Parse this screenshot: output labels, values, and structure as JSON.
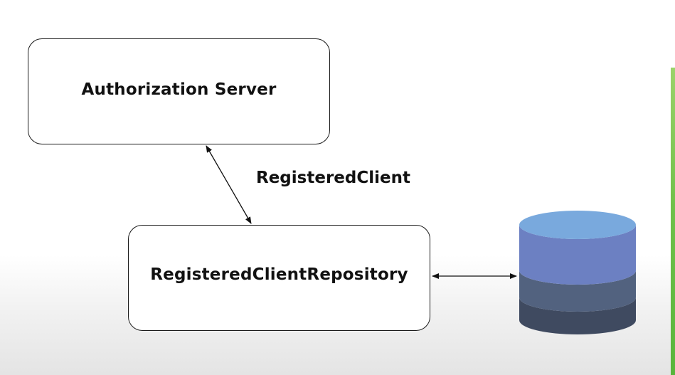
{
  "nodes": {
    "authorization_server": "Authorization Server",
    "registered_client_repository": "RegisteredClientRepository"
  },
  "edges": {
    "server_repository_label": "RegisteredClient"
  },
  "colors": {
    "db_top": "#79a9dd",
    "db_band_1": "#6c80c2",
    "db_band_2": "#52627f",
    "db_band_3": "#3f4a60"
  },
  "icons": {
    "database": "database-icon"
  }
}
